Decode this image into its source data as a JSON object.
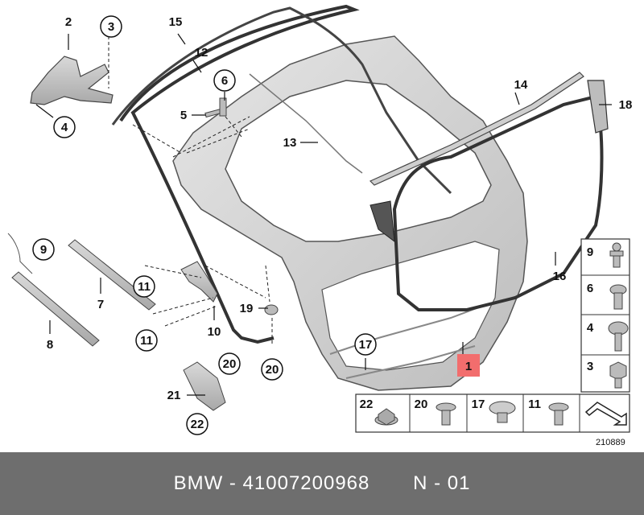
{
  "diagram": {
    "callouts": {
      "c1": "1",
      "c2": "2",
      "c3": "3",
      "c4": "4",
      "c5": "5",
      "c6": "6",
      "c7": "7",
      "c8": "8",
      "c9": "9",
      "c10": "10",
      "c11a": "11",
      "c11b": "11",
      "c12": "12",
      "c13": "13",
      "c14": "14",
      "c15": "15",
      "c16": "16",
      "c17": "17",
      "c18": "18",
      "c19": "19",
      "c20a": "20",
      "c20b": "20",
      "c21": "21",
      "c22": "22"
    },
    "highlight_color": "#f26d6d",
    "side_legend": [
      "9",
      "6",
      "4",
      "3"
    ],
    "bottom_legend": [
      "22",
      "20",
      "17",
      "11"
    ],
    "drawing_number": "210889"
  },
  "footer": {
    "brand": "BMW",
    "part_number": "41007200968",
    "page": "N - 01"
  }
}
